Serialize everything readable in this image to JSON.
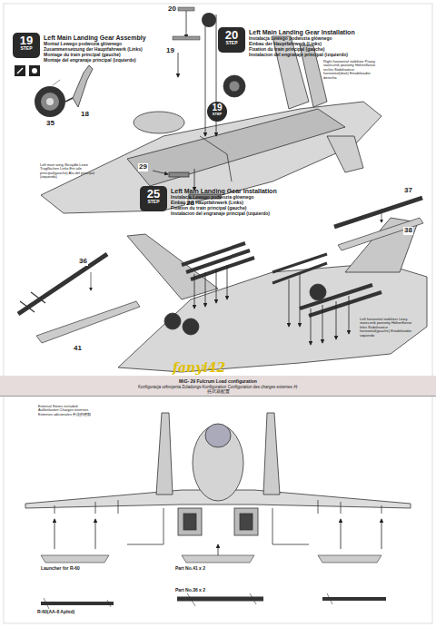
{
  "diagram": {
    "nodes": [
      {
        "text": [
          "19",
          "STEP"
        ]
      },
      {
        "text": [
          "20",
          "STEP"
        ]
      },
      {
        "text": [
          "19",
          "STEP"
        ]
      },
      {
        "text": [
          "25",
          "STEP"
        ]
      },
      {
        "text": [
          "MiG- 29 Fulcrum Load configuration",
          "Konfiguracja uzbrojenia Zuladungs-Konfiguration Configuration des charges externes 外挂武器配置"
        ]
      }
    ],
    "labels": [
      "Left Main Landing Gear Assembly",
      "Montaż Lewego podwozia głównego",
      "Zusammensetzung der Hauptfahrwerk (Links)",
      "Montage du train principal (gauche)",
      "Montaje del engranaje principal (izquierdo)",
      "35",
      "18",
      "20",
      "19",
      "Left Main Landing Gear Installation",
      "Instalacja Lewego podwozia głównego",
      "Einbau der Hauptfahrwerk (Links)",
      "Fixation du train principal (gauche)",
      "Instalacion del engranaje principal (izquierdo)",
      "Right horizontal stabilizer Prawy statecznik poziomy Höhenflosse rechts Stabilisateur horizontal(droit) Estabilizador derecho",
      "29",
      "28",
      "Left main wing Skrzydło Lewe Tragflächen Links Ent aile principal(gauche) Ala del principal (izquierdo)",
      "Left Main Landing Gear Installation",
      "Instalacja Lewego podwozia głównego",
      "Einbau der Hauptfahrwerk (Links)",
      "Fixation du train principal (gauche)",
      "Instalacion del engranaje principal (izquierdo)",
      "37",
      "38",
      "36",
      "41",
      "Left horizontal stabilizer Lewy statecznik poziomy Höhenflosse links Stabilisateur horizontal(gauche) Estabilizador izquierdo",
      "fanyi42",
      "External Stores included Außenlasten Charges externes Externos adicionales 外挂的種類",
      "Launcher for R-60",
      "R-60(AA-8 Aphid)",
      "Part No.41 x 2",
      "Part No.36 x 2"
    ]
  }
}
